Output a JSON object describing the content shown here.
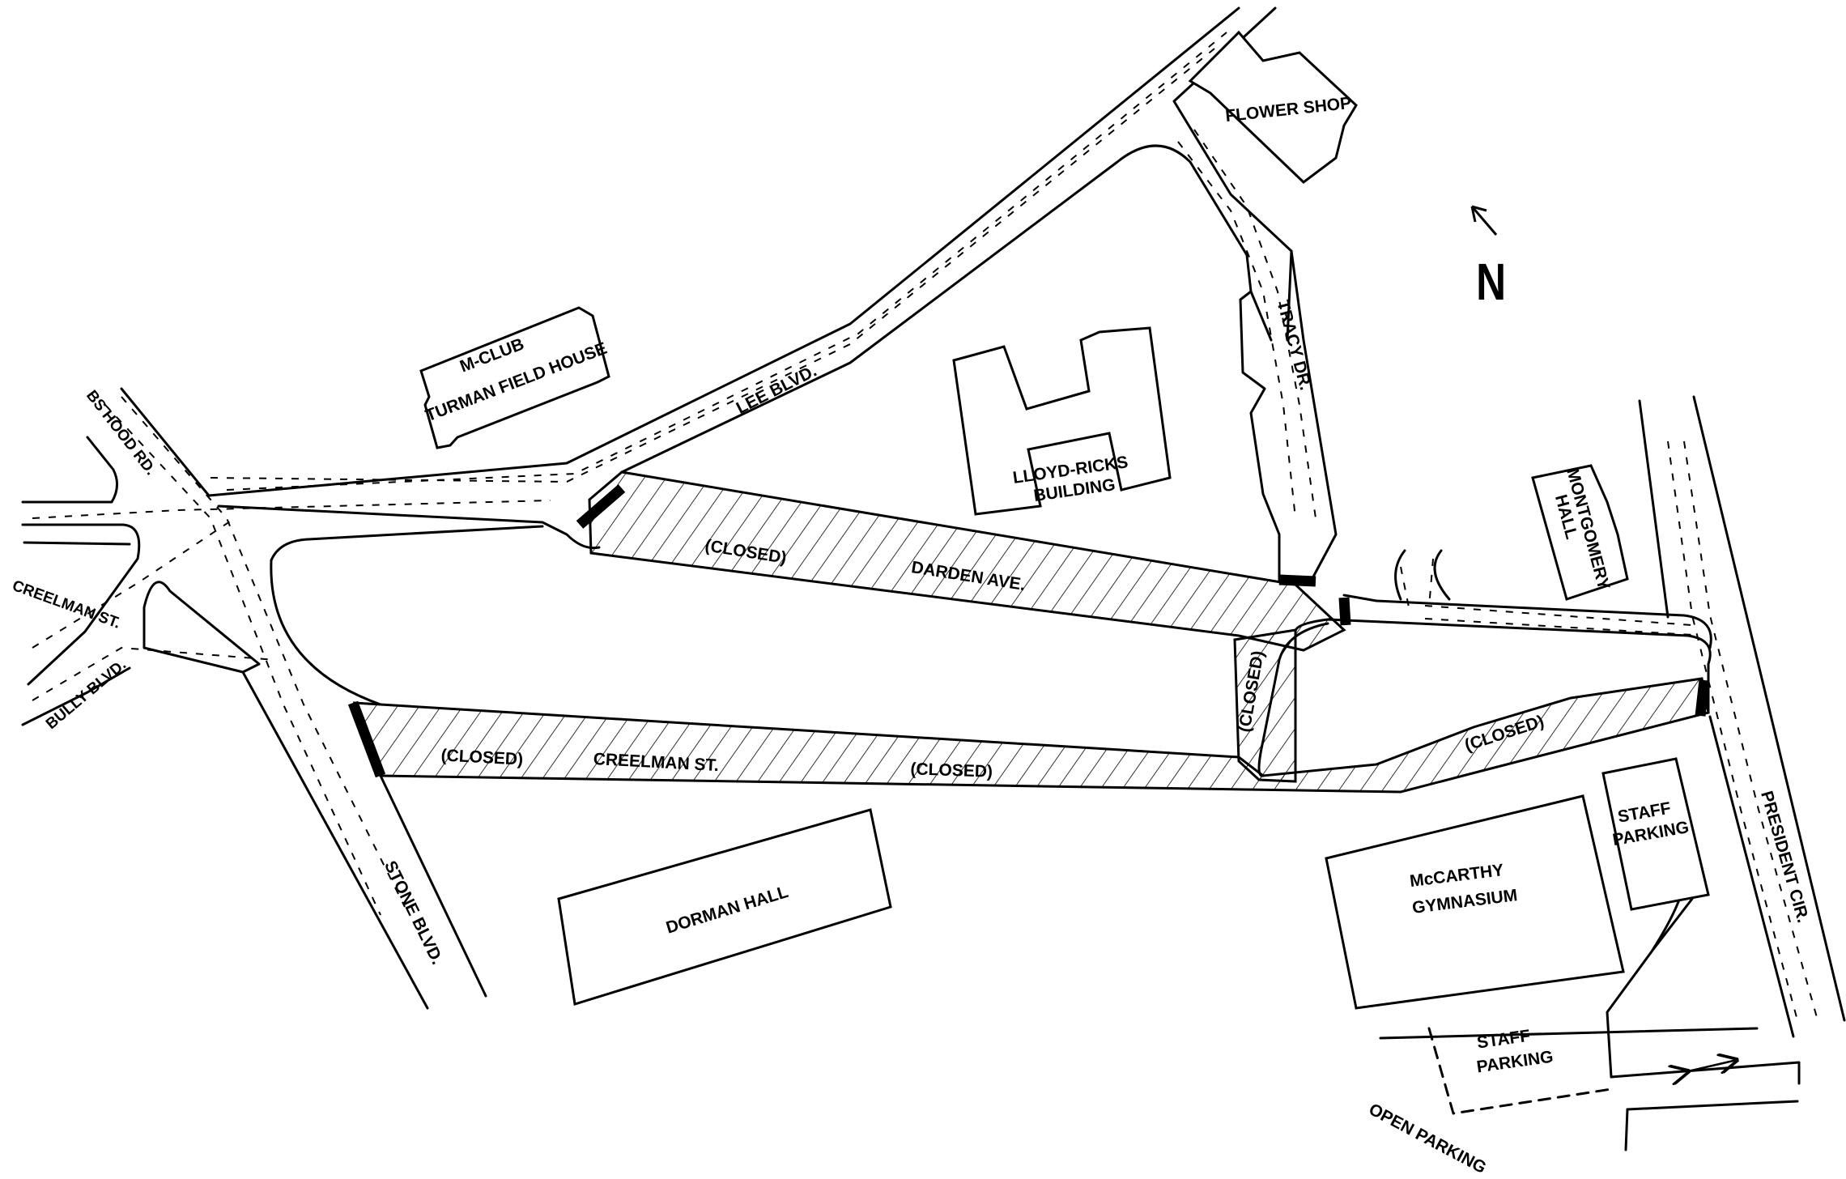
{
  "buildings": {
    "flower_shop": "FLOWER SHOP",
    "m_club_line1": "M-CLUB",
    "m_club_line2": "TURMAN FIELD HOUSE",
    "lloyd_ricks_line1": "LLOYD-RICKS",
    "lloyd_ricks_line2": "BUILDING",
    "montgomery_line1": "MONTGOMERY",
    "montgomery_line2": "HALL",
    "dorman_hall": "DORMAN HALL",
    "mccarthy_line1": "McCARTHY",
    "mccarthy_line2": "GYMNASIUM",
    "staff_parking_1_line1": "STAFF",
    "staff_parking_1_line2": "PARKING",
    "staff_parking_2_line1": "STAFF",
    "staff_parking_2_line2": "PARKING",
    "open_parking": "OPEN PARKING"
  },
  "streets": {
    "bs_hood": "BS HOOD RD.",
    "creelman_west": "CREELMAN ST.",
    "bully": "BULLY BLVD.",
    "lee": "LEE BLVD.",
    "tracy": "TRACY DR.",
    "darden": "DARDEN AVE.",
    "creelman_closed": "CREELMAN ST.",
    "stone": "STONE BLVD.",
    "president": "PRESIDENT CIR."
  },
  "closures": {
    "closed_1": "(CLOSED)",
    "closed_2": "(CLOSED)",
    "closed_3": "(CLOSED)",
    "closed_4": "(CLOSED)",
    "closed_5": "(CLOSED)"
  },
  "compass": {
    "label": "N"
  }
}
